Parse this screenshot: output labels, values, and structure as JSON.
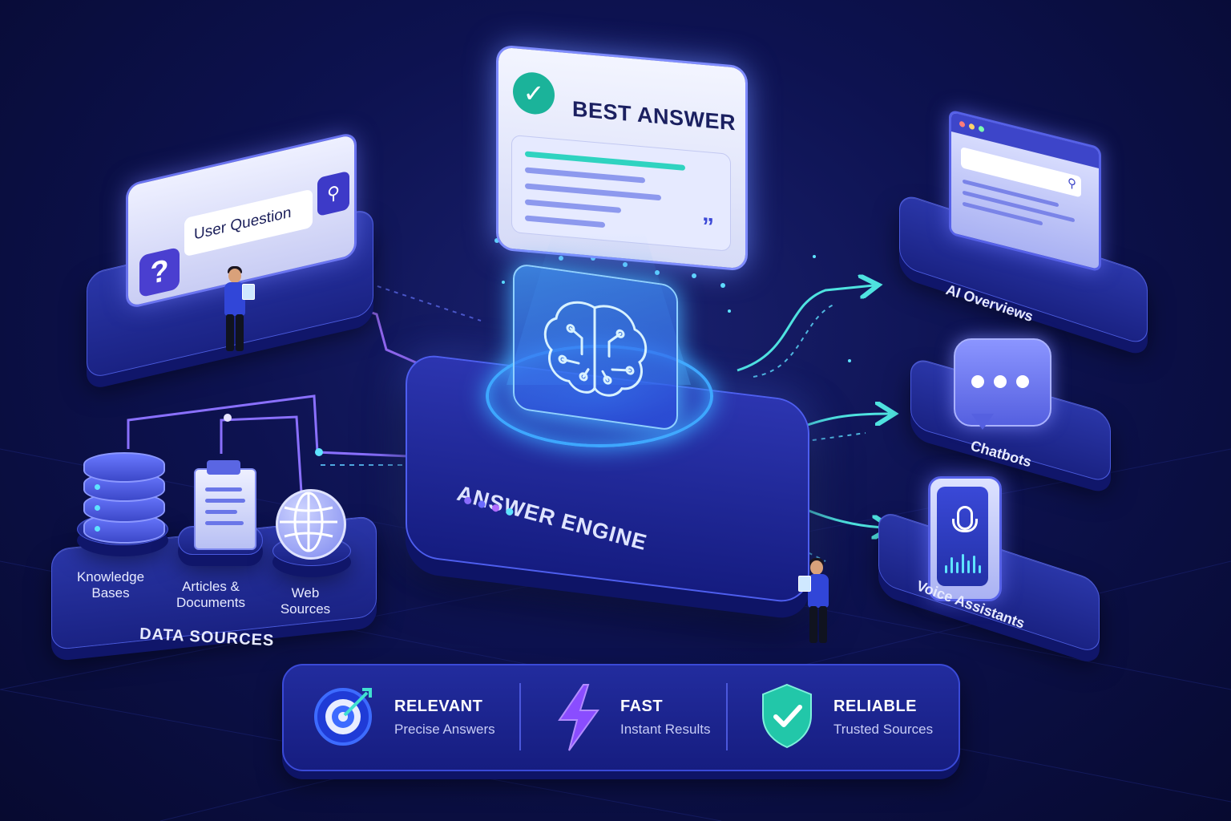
{
  "center": {
    "best_answer": {
      "title": "BEST ANSWER",
      "quote_glyph": "”"
    },
    "engine": {
      "label": "ANSWER ENGINE"
    }
  },
  "input": {
    "question_label": "User Question",
    "question_icon": "?",
    "search_icon": "search-icon"
  },
  "data_sources": {
    "title": "DATA SOURCES",
    "items": [
      {
        "label_line1": "Knowledge",
        "label_line2": "Bases",
        "icon": "database-icon"
      },
      {
        "label_line1": "Articles &",
        "label_line2": "Documents",
        "icon": "document-icon"
      },
      {
        "label_line1": "Web",
        "label_line2": "Sources",
        "icon": "globe-icon"
      }
    ]
  },
  "outputs": [
    {
      "label": "AI Overviews",
      "icon": "browser-icon"
    },
    {
      "label": "Chatbots",
      "icon": "chat-bubble-icon"
    },
    {
      "label": "Voice Assistants",
      "icon": "microphone-icon"
    }
  ],
  "benefits": [
    {
      "title": "RELEVANT",
      "subtitle": "Precise Answers",
      "icon": "target-icon",
      "color": "#3d6bff"
    },
    {
      "title": "FAST",
      "subtitle": "Instant Results",
      "icon": "lightning-icon",
      "color": "#8a4dff"
    },
    {
      "title": "RELIABLE",
      "subtitle": "Trusted Sources",
      "icon": "shield-check-icon",
      "color": "#22c7a9"
    }
  ],
  "colors": {
    "background": "#0d1250",
    "accent_cyan": "#4fe3e0",
    "accent_violet": "#a070ff",
    "platform": "#1a2283"
  }
}
